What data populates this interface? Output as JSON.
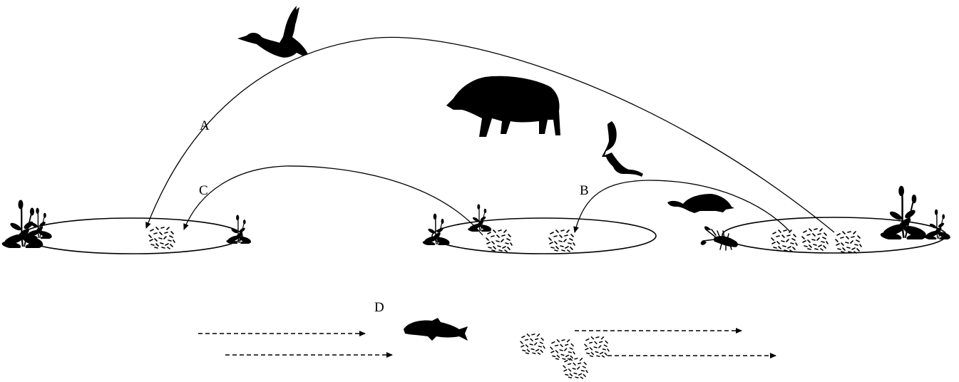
{
  "labels": {
    "a": "A",
    "b": "B",
    "c": "C",
    "d": "D"
  },
  "colors": {
    "ink": "#000000",
    "background": "#ffffff"
  },
  "icons": [
    "duck-icon",
    "wild-boar-icon",
    "mink-icon",
    "turtle-icon",
    "crayfish-icon",
    "fish-icon",
    "aquatic-plant-icon",
    "egg-cluster-icon"
  ]
}
